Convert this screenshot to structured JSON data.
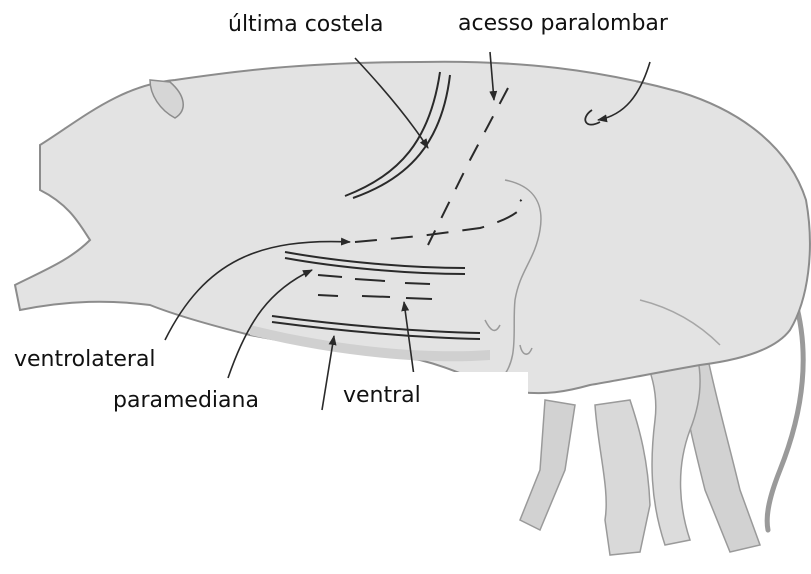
{
  "diagram": {
    "labels": {
      "ultima_costela": "última costela",
      "acesso_paralombar": "acesso paralombar",
      "ventrolateral": "ventrolateral",
      "paramediana": "paramediana",
      "ventral": "ventral"
    },
    "colors": {
      "body_fill": "#e3e3e3",
      "body_shadow": "#cfcfcf",
      "outline": "#8c8c8c",
      "line": "#2a2a2a",
      "text": "#111111"
    }
  }
}
